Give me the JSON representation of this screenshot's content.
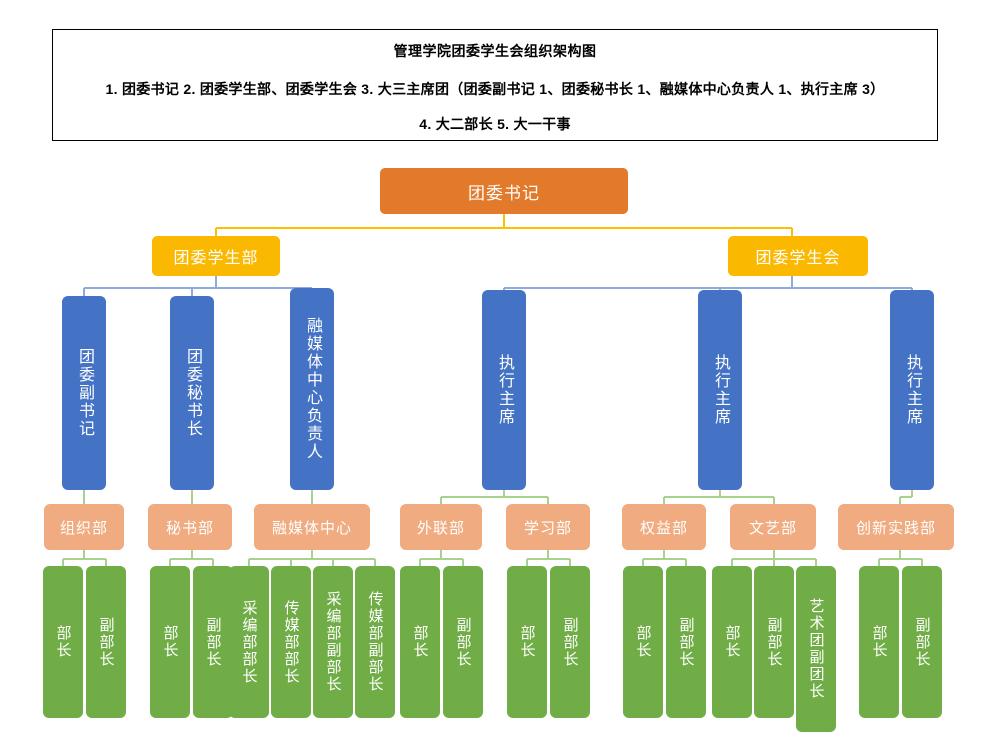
{
  "legend": {
    "title": "管理学院团委学生会组织架构图",
    "line1": "1. 团委书记    2. 团委学生部、团委学生会    3. 大三主席团（团委副书记 1、团委秘书长 1、融媒体中心负责人 1、执行主席 3）",
    "line2": "4. 大二部长    5. 大一干事"
  },
  "colors": {
    "root": "#E2792B",
    "level2": "#FAB900",
    "level3": "#4472C4",
    "department": "#F0AC80",
    "leaf": "#70AD47",
    "connector_yellow": "#FFC000",
    "connector_blue": "#8FAADC",
    "connector_green": "#A9D18E",
    "connector_orange": "#F4B183",
    "legend_border": "#000000",
    "text_on_fill": "#FFFFFF"
  },
  "chart_data": {
    "type": "diagram",
    "diagram_kind": "organization-chart",
    "title": "管理学院团委学生会组织架构图",
    "levels": 5
  },
  "nodes": {
    "root": {
      "label": "团委书记"
    },
    "level2": [
      {
        "label": "团委学生部"
      },
      {
        "label": "团委学生会"
      }
    ],
    "level3": [
      {
        "label": "团委副书记"
      },
      {
        "label": "团委秘书长"
      },
      {
        "label": "融媒体中心负责人"
      },
      {
        "label": "执行主席"
      },
      {
        "label": "执行主席"
      },
      {
        "label": "执行主席"
      }
    ],
    "departments": [
      {
        "label": "组织部"
      },
      {
        "label": "秘书部"
      },
      {
        "label": "融媒体中心"
      },
      {
        "label": "外联部"
      },
      {
        "label": "学习部"
      },
      {
        "label": "权益部"
      },
      {
        "label": "文艺部"
      },
      {
        "label": "创新实践部"
      }
    ],
    "leaves": [
      {
        "label": "部长"
      },
      {
        "label": "副部长"
      },
      {
        "label": "部长"
      },
      {
        "label": "副部长"
      },
      {
        "label": "采编部部长"
      },
      {
        "label": "传媒部部长"
      },
      {
        "label": "采编部副部长"
      },
      {
        "label": "传媒部副部长"
      },
      {
        "label": "部长"
      },
      {
        "label": "副部长"
      },
      {
        "label": "部长"
      },
      {
        "label": "副部长"
      },
      {
        "label": "部长"
      },
      {
        "label": "副部长"
      },
      {
        "label": "部长"
      },
      {
        "label": "副部长"
      },
      {
        "label": "艺术团副团长"
      },
      {
        "label": "部长"
      },
      {
        "label": "副部长"
      }
    ]
  }
}
